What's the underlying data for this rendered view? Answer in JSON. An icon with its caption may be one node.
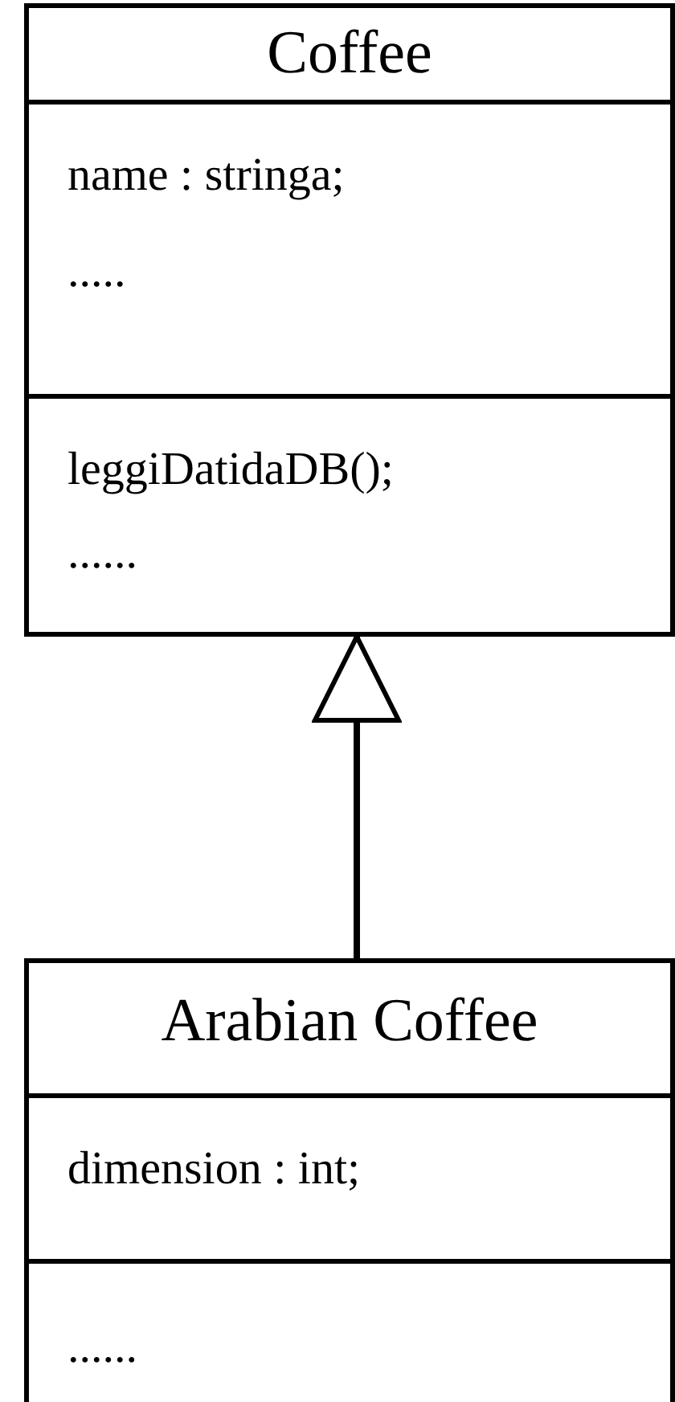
{
  "diagram": {
    "nodes": [
      {
        "text": [
          "Coffee",
          "name : stringa;",
          ".....",
          "leggiDatidaDB();",
          "......"
        ]
      },
      {
        "text": [
          "Arabian Coffee",
          "dimension : int;",
          "......"
        ]
      }
    ],
    "edges": [
      {
        "from": 1,
        "to": 0,
        "arrow": "to"
      }
    ]
  }
}
